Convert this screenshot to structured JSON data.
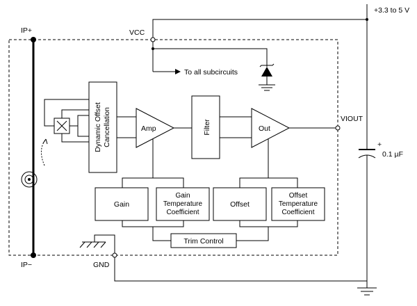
{
  "labels": {
    "ip_plus": "IP+",
    "ip_minus": "IP−",
    "vcc": "VCC",
    "gnd": "GND",
    "supply": "+3.3 to 5 V",
    "capacitor": "0.1 µF",
    "to_all_subcircuits": "To all subcircuits",
    "viout": "VIOUT"
  },
  "blocks": {
    "dynamic_offset_line1": "Dynamic Offset",
    "dynamic_offset_line2": "Cancellation",
    "amp": "Amp",
    "filter": "Filter",
    "out": "Out",
    "gain": "Gain",
    "gain_temp_line1": "Gain",
    "gain_temp_line2": "Temperature",
    "gain_temp_line3": "Coefficient",
    "offset": "Offset",
    "offset_temp_line1": "Offset",
    "offset_temp_line2": "Temperature",
    "offset_temp_line3": "Coefficient",
    "trim_control": "Trim Control"
  }
}
